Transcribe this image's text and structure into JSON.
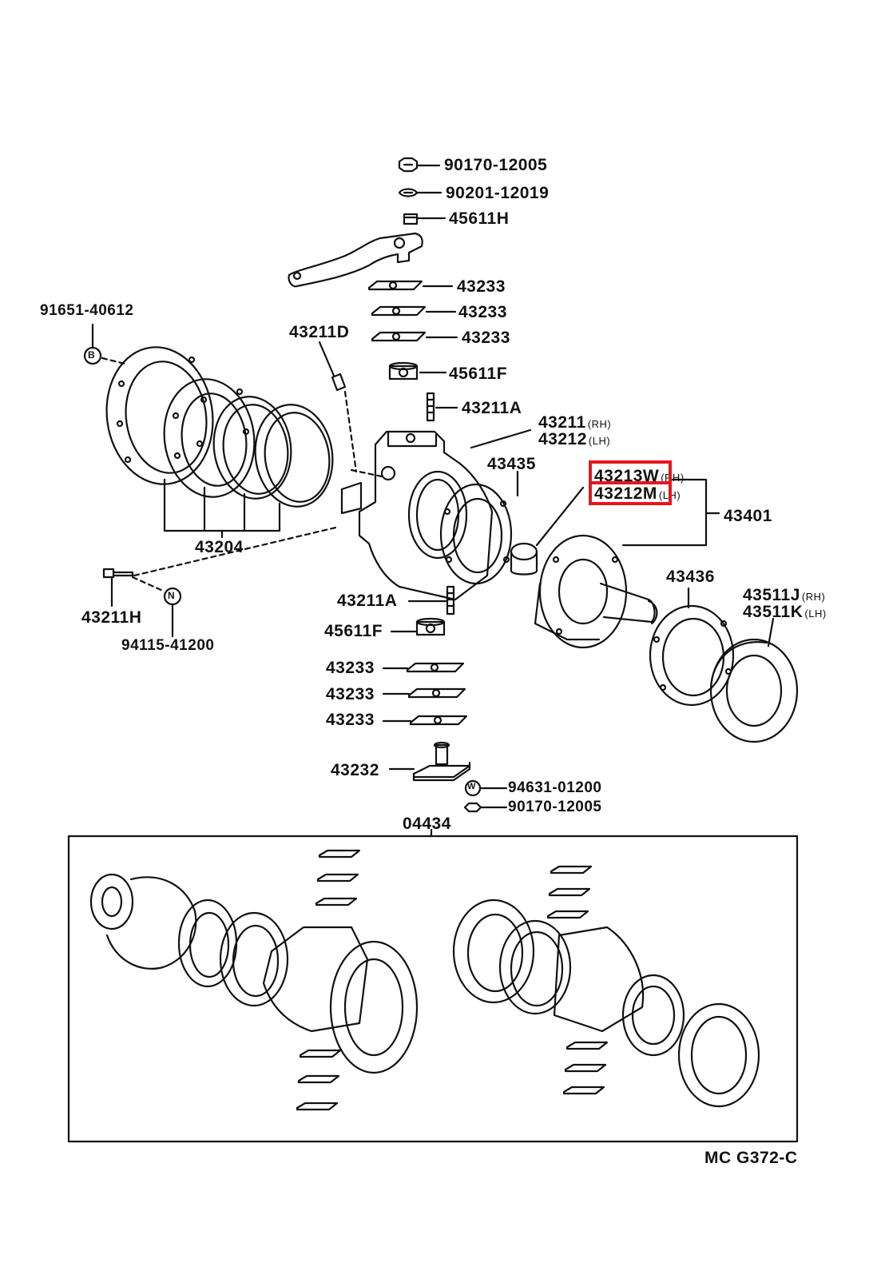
{
  "parts": {
    "p90170_top": "90170-12005",
    "p90201": "90201-12019",
    "p45611h": "45611H",
    "p43233_a": "43233",
    "p43233_b": "43233",
    "p43233_c": "43233",
    "p91651": "91651-40612",
    "p43211d": "43211D",
    "p45611f_top": "45611F",
    "p43211a_top": "43211A",
    "p43211": "43211",
    "p43212": "43212",
    "p43435": "43435",
    "p43213w": "43213W",
    "p43212m": "43212M",
    "p43401": "43401",
    "p43204": "43204",
    "p43211h": "43211H",
    "p94115": "94115-41200",
    "p43211a_bot": "43211A",
    "p45611f_bot": "45611F",
    "p43436": "43436",
    "p43511j": "43511J",
    "p43511k": "43511K",
    "p43233_d": "43233",
    "p43233_e": "43233",
    "p43233_f": "43233",
    "p43232": "43232",
    "p94631": "94631-01200",
    "p90170_bot": "90170-12005",
    "p04434": "04434"
  },
  "side": {
    "rh": "(RH)",
    "lh": "(LH)"
  },
  "callouts": {
    "b": "B",
    "n": "N",
    "w": "W"
  },
  "diagram_code": "MC G372-C",
  "highlight_color": "#e8141c"
}
